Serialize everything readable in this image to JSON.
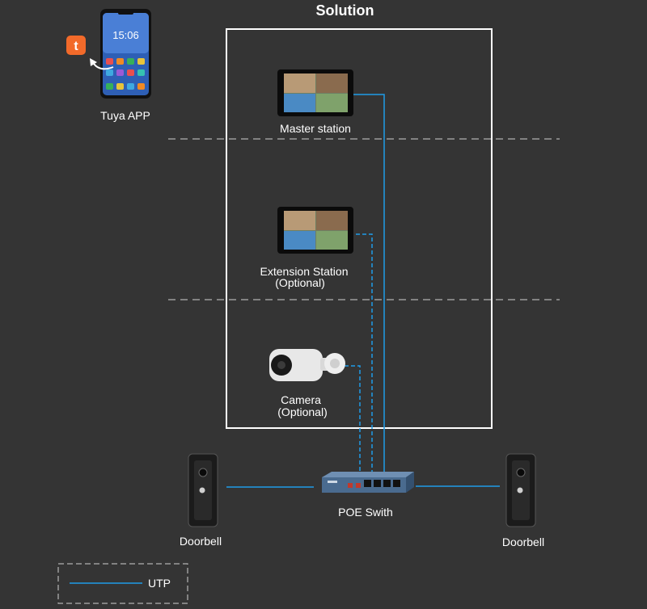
{
  "title": "Solution",
  "phone": {
    "label": "Tuya APP",
    "clock": "15:06",
    "app_icon": "tuya-logo-icon"
  },
  "master_station": {
    "label": "Master station"
  },
  "extension_station": {
    "label_line1": "Extension Station",
    "label_line2": "(Optional)"
  },
  "camera": {
    "label_line1": "Camera",
    "label_line2": "(Optional)"
  },
  "poe_switch": {
    "label": "POE Swith"
  },
  "doorbell_left": {
    "label": "Doorbell"
  },
  "doorbell_right": {
    "label": "Doorbell"
  },
  "legend": {
    "label": "UTP"
  },
  "colors": {
    "background": "#343434",
    "utp_line": "#1e9be8",
    "frame": "#ffffff",
    "divider": "#cfcfcf"
  }
}
